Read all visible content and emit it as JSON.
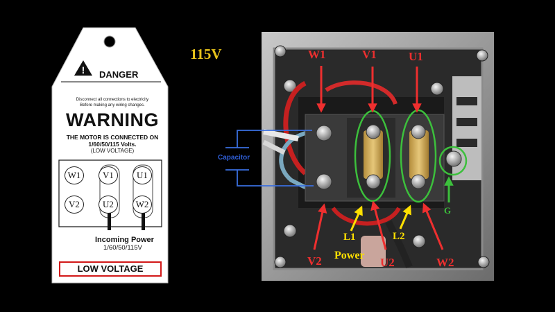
{
  "tag": {
    "danger_word": "DANGER",
    "disconnect_line1": "Disconnect all connections to electricity",
    "disconnect_line2": "Before making any wiring changes.",
    "warning_title": "WARNING",
    "motor_line1": "THE MOTOR IS CONNECTED ON",
    "motor_line2": "1/60/50/115 Volts.",
    "motor_line3": "(LOW VOLTAGE)",
    "terminals_top": [
      "W1",
      "V1",
      "U1"
    ],
    "terminals_bottom": [
      "V2",
      "U2",
      "W2"
    ],
    "incoming_label": "Incoming Power",
    "incoming_spec": "1/60/50/115V",
    "low_voltage_box": "LOW VOLTAGE"
  },
  "photo": {
    "voltage_heading": "115V",
    "top_labels": [
      "W1",
      "V1",
      "U1"
    ],
    "bottom_labels": [
      "V2",
      "U2",
      "W2"
    ],
    "capacitor_label": "Capacitor",
    "l1_label": "L1",
    "l2_label": "L2",
    "power_label": "Power",
    "ground_label": "G"
  },
  "colors": {
    "background": "#000000",
    "heading_yellow": "#e7c21a",
    "label_red": "#ee2f2f",
    "arrow_yellow": "#ffe000",
    "ground_green": "#3cc03c",
    "capacitor_blue": "#2f5fd8",
    "box_border_red": "#d21818"
  }
}
